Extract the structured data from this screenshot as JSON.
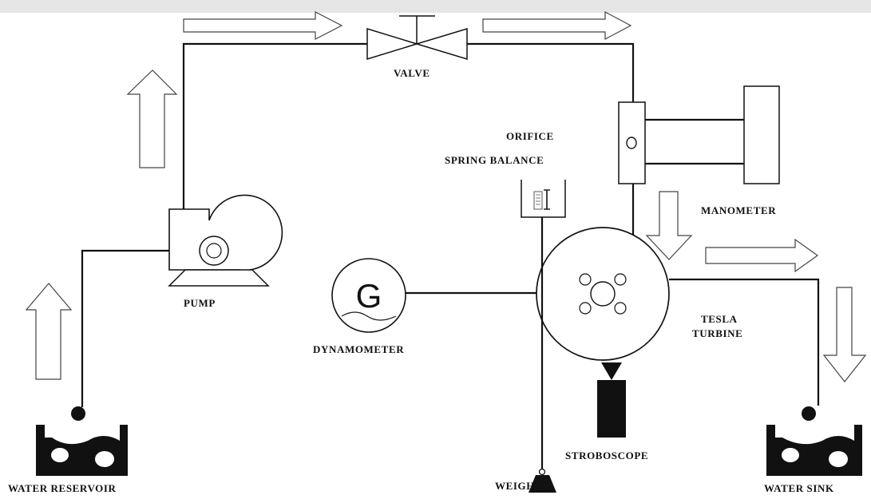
{
  "labels": {
    "valve": "VALVE",
    "orifice": "ORIFICE",
    "spring_balance": "SPRING BALANCE",
    "manometer": "MANOMETER",
    "pump": "PUMP",
    "dynamometer": "DYNAMOMETER",
    "tesla_line1": "TESLA",
    "tesla_line2": "TURBINE",
    "stroboscope": "STROBOSCOPE",
    "weight": "WEIGHT",
    "water_reservoir": "WATER RESERVOIR",
    "water_sink": "WATER SINK"
  },
  "dynamometer_symbol": "G",
  "orifice_symbol": "O"
}
